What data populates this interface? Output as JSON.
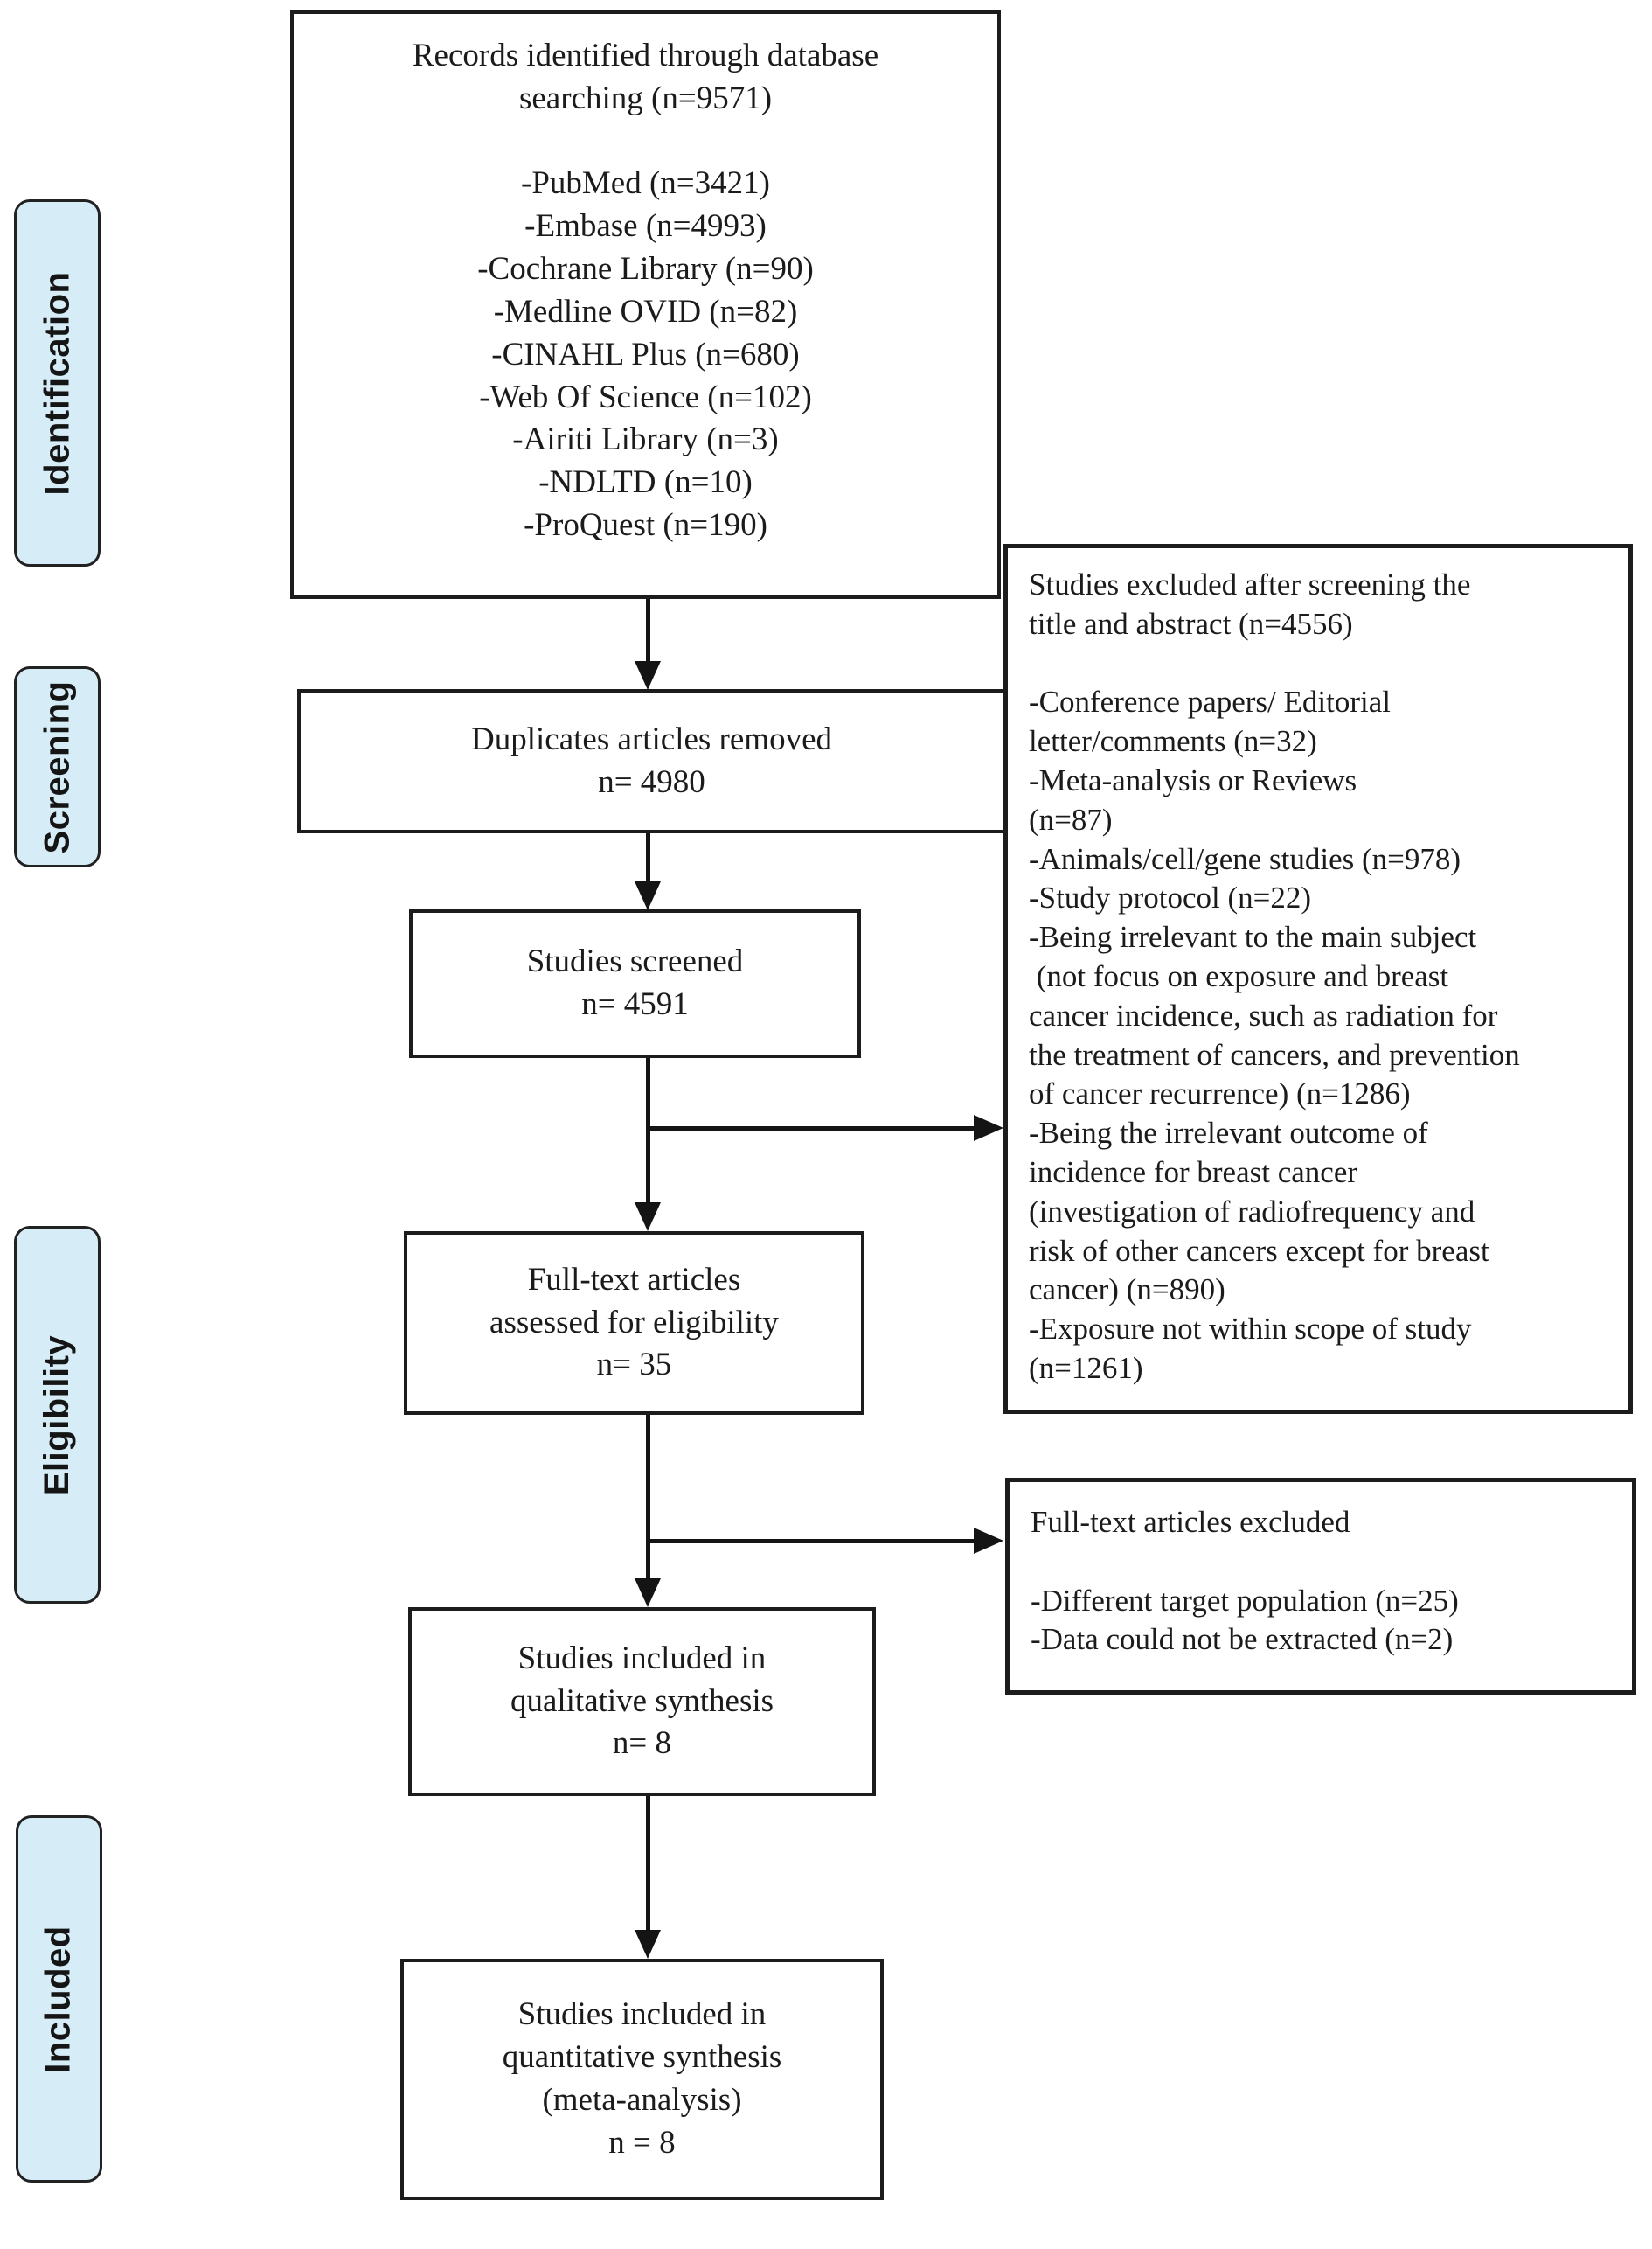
{
  "stage_labels": [
    {
      "label": "Identification"
    },
    {
      "label": "Screening"
    },
    {
      "label": "Eligibility"
    },
    {
      "label": "Included"
    }
  ],
  "flow_boxes": {
    "records": {
      "text": "Records identified through database\nsearching (n=9571)\n\n-PubMed (n=3421)\n-Embase (n=4993)\n-Cochrane Library (n=90)\n-Medline OVID (n=82)\n-CINAHL Plus (n=680)\n-Web Of Science (n=102)\n-Airiti Library (n=3)\n-NDLTD (n=10)\n-ProQuest (n=190)"
    },
    "duplicates": {
      "text": "Duplicates articles removed\nn= 4980"
    },
    "screened": {
      "text": "Studies screened\nn= 4591"
    },
    "fulltext": {
      "text": "Full-text articles\nassessed for eligibility\nn= 35"
    },
    "qualitative": {
      "text": "Studies included in\nqualitative synthesis\nn= 8"
    },
    "quantitative": {
      "text": "Studies included in\nquantitative synthesis\n(meta-analysis)\nn = 8"
    }
  },
  "exclusion_boxes": {
    "screening_excluded": {
      "text": "Studies excluded after screening the\ntitle and abstract (n=4556)\n\n-Conference papers/ Editorial\nletter/comments (n=32)\n-Meta-analysis or Reviews\n(n=87)\n-Animals/cell/gene studies (n=978)\n-Study protocol (n=22)\n-Being irrelevant to the main subject\n (not focus on exposure and breast\ncancer incidence, such as radiation for\nthe treatment of cancers, and prevention\nof cancer recurrence) (n=1286)\n-Being the irrelevant outcome of\nincidence for breast cancer\n(investigation of radiofrequency and\nrisk of other cancers except for breast\ncancer) (n=890)\n-Exposure not within scope of study\n(n=1261)"
    },
    "fulltext_excluded": {
      "text": "Full-text articles excluded\n\n-Different target population (n=25)\n-Data could not be extracted (n=2)"
    }
  },
  "colors": {
    "background": "#ffffff",
    "stage_label_fill": "#d6edf8",
    "stage_label_border": "#222222",
    "box_border": "#1c1c1c",
    "text": "#1b1b1b",
    "arrow": "#141414"
  }
}
